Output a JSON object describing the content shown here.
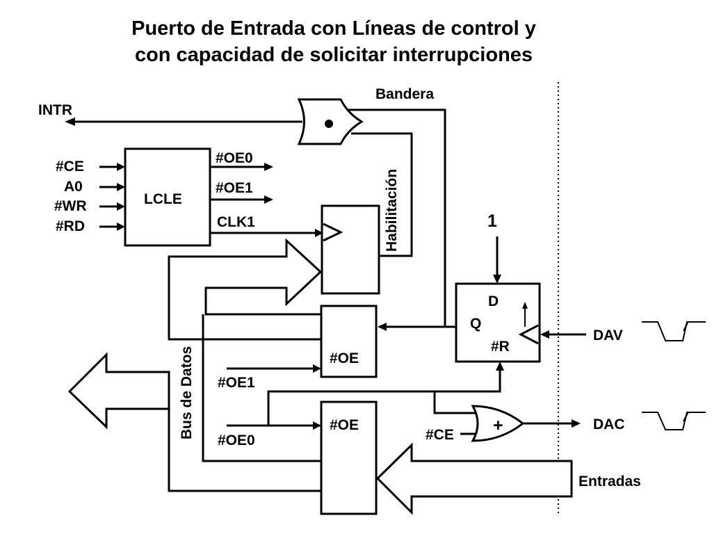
{
  "title": {
    "line1": "Puerto de Entrada con Líneas de control y",
    "line2": "con capacidad de solicitar interrupciones"
  },
  "labels": {
    "intr": "INTR",
    "bandera": "Bandera",
    "ce": "#CE",
    "a0": "A0",
    "wr": "#WR",
    "rd": "#RD",
    "lcle": "LCLE",
    "oe0_out": "#OE0",
    "oe1_out": "#OE1",
    "clk1": "CLK1",
    "habilitacion": "Habilitación",
    "one": "1",
    "d": "D",
    "q": "Q",
    "r": "#R",
    "dav": "DAV",
    "oe_upper": "#OE",
    "oe_lower": "#OE",
    "oe1_in": "#OE1",
    "oe0_in": "#OE0",
    "bus_datos": "Bus de Datos",
    "ce_or": "#CE",
    "or_plus": "+",
    "dac": "DAC",
    "entradas": "Entradas"
  }
}
